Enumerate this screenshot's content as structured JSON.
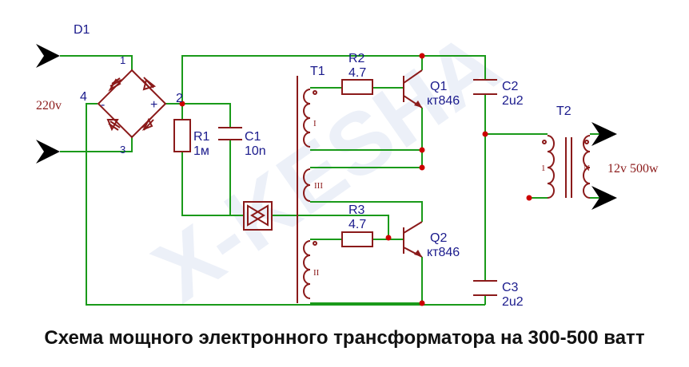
{
  "title": "Схема мощного электронного трансформатора на 300-500 ватт",
  "watermark": "X-KESHA",
  "input_label": "220v",
  "output_label": "12v 500w",
  "components": {
    "d1": "D1",
    "r1": "R1",
    "r1_value": "1м",
    "c1": "C1",
    "c1_value": "10n",
    "r2": "R2",
    "r2_value": "4.7",
    "r3": "R3",
    "r3_value": "4.7",
    "q1": "Q1",
    "q1_type": "кт846",
    "q2": "Q2",
    "q2_type": "кт846",
    "c2": "C2",
    "c2_value": "2u2",
    "c3": "C3",
    "c3_value": "2u2",
    "t1": "T1",
    "t2": "T2"
  },
  "pins": {
    "p1": "1",
    "p2": "2",
    "p3": "3",
    "p4": "4",
    "minus": "-",
    "plus": "+"
  },
  "windings": {
    "w1": "I",
    "w2": "II",
    "w3": "III",
    "t2_primary": "1",
    "t2_secondary": "N"
  },
  "colors": {
    "wire": "#1a9a1a",
    "part": "#8b1a1a",
    "label": "#1a1a8c",
    "node": "#cc0000"
  }
}
